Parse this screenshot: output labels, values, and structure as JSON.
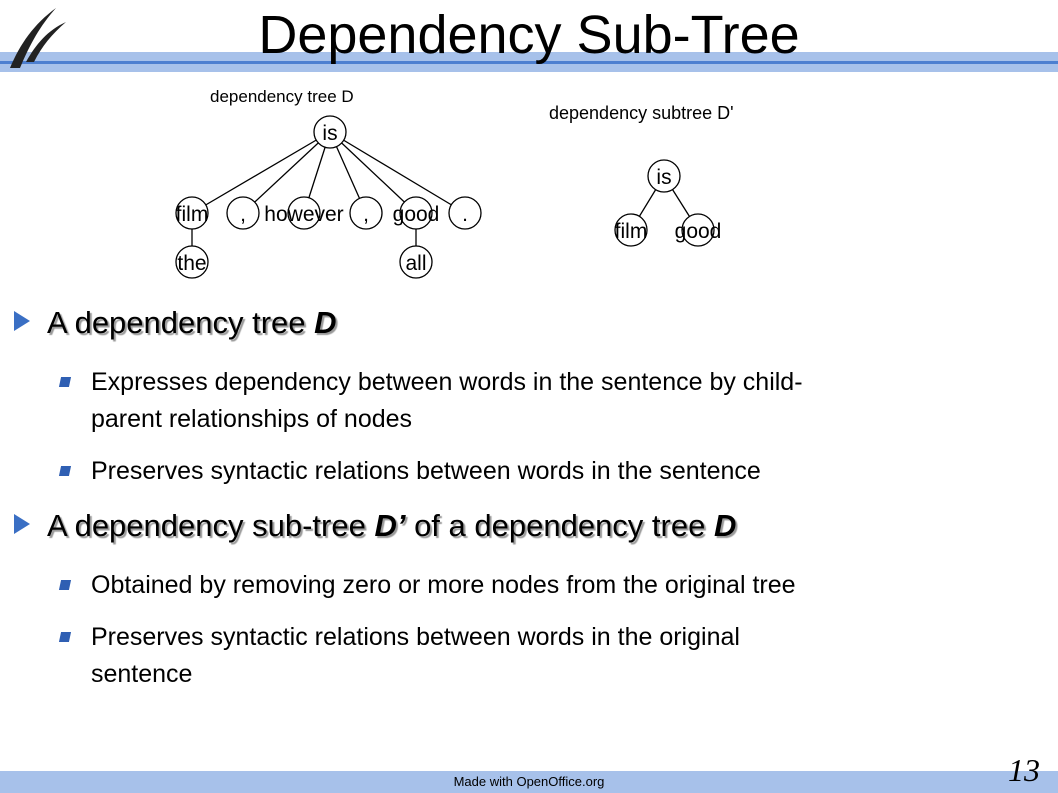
{
  "slide": {
    "title": "Dependency Sub-Tree",
    "footer": "Made with OpenOffice.org",
    "page_number": "13"
  },
  "diagram": {
    "tree_label": "dependency tree D",
    "subtree_label": "dependency subtree D'",
    "tree_nodes": {
      "is": "is",
      "film": "film",
      "comma1": ",",
      "however": "however",
      "comma2": ",",
      "good": "good",
      "period": ".",
      "the": "the",
      "all": "all"
    },
    "subtree_nodes": {
      "is": "is",
      "film": "film",
      "good": "good"
    }
  },
  "bullets": {
    "b1": {
      "text": "A dependency tree ",
      "emph": "D"
    },
    "b1_1": "Expresses dependency between words in the sentence by child-",
    "b1_1b": "parent relationships of nodes",
    "b1_2": "Preserves syntactic relations between words in the sentence",
    "b2": {
      "text": "A dependency sub-tree ",
      "emph1": "D’",
      "mid": " of a dependency tree ",
      "emph2": "D"
    },
    "b2_1": "Obtained by removing zero or more nodes from the original tree",
    "b2_2": "Preserves syntactic relations between words in the original",
    "b2_2b": "sentence"
  },
  "colors": {
    "title_bar": "#a7c1ea",
    "title_stripe": "#4d7fd0",
    "bullet_marker": "#3a6fc4"
  },
  "icons": {
    "logo": "openoffice-gull-logo",
    "bullet_level1": "triangle-bullet-icon",
    "bullet_level2": "square-bullet-icon"
  }
}
